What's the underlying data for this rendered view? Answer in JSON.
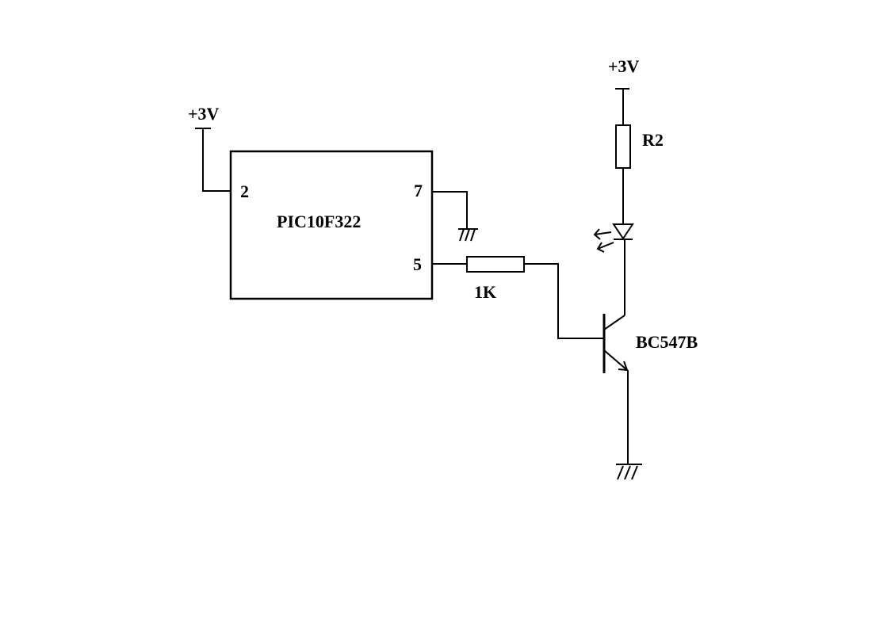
{
  "supply_labels": {
    "mcu_supply": "+3V",
    "led_supply": "+3V"
  },
  "mcu": {
    "part": "PIC10F322",
    "pins": {
      "vdd": "2",
      "gnd": "7",
      "out": "5"
    }
  },
  "resistors": {
    "base": "1K",
    "led": "R2"
  },
  "transistor": {
    "part": "BC547B"
  },
  "colors": {
    "ink": "#000000",
    "background": "#ffffff"
  }
}
